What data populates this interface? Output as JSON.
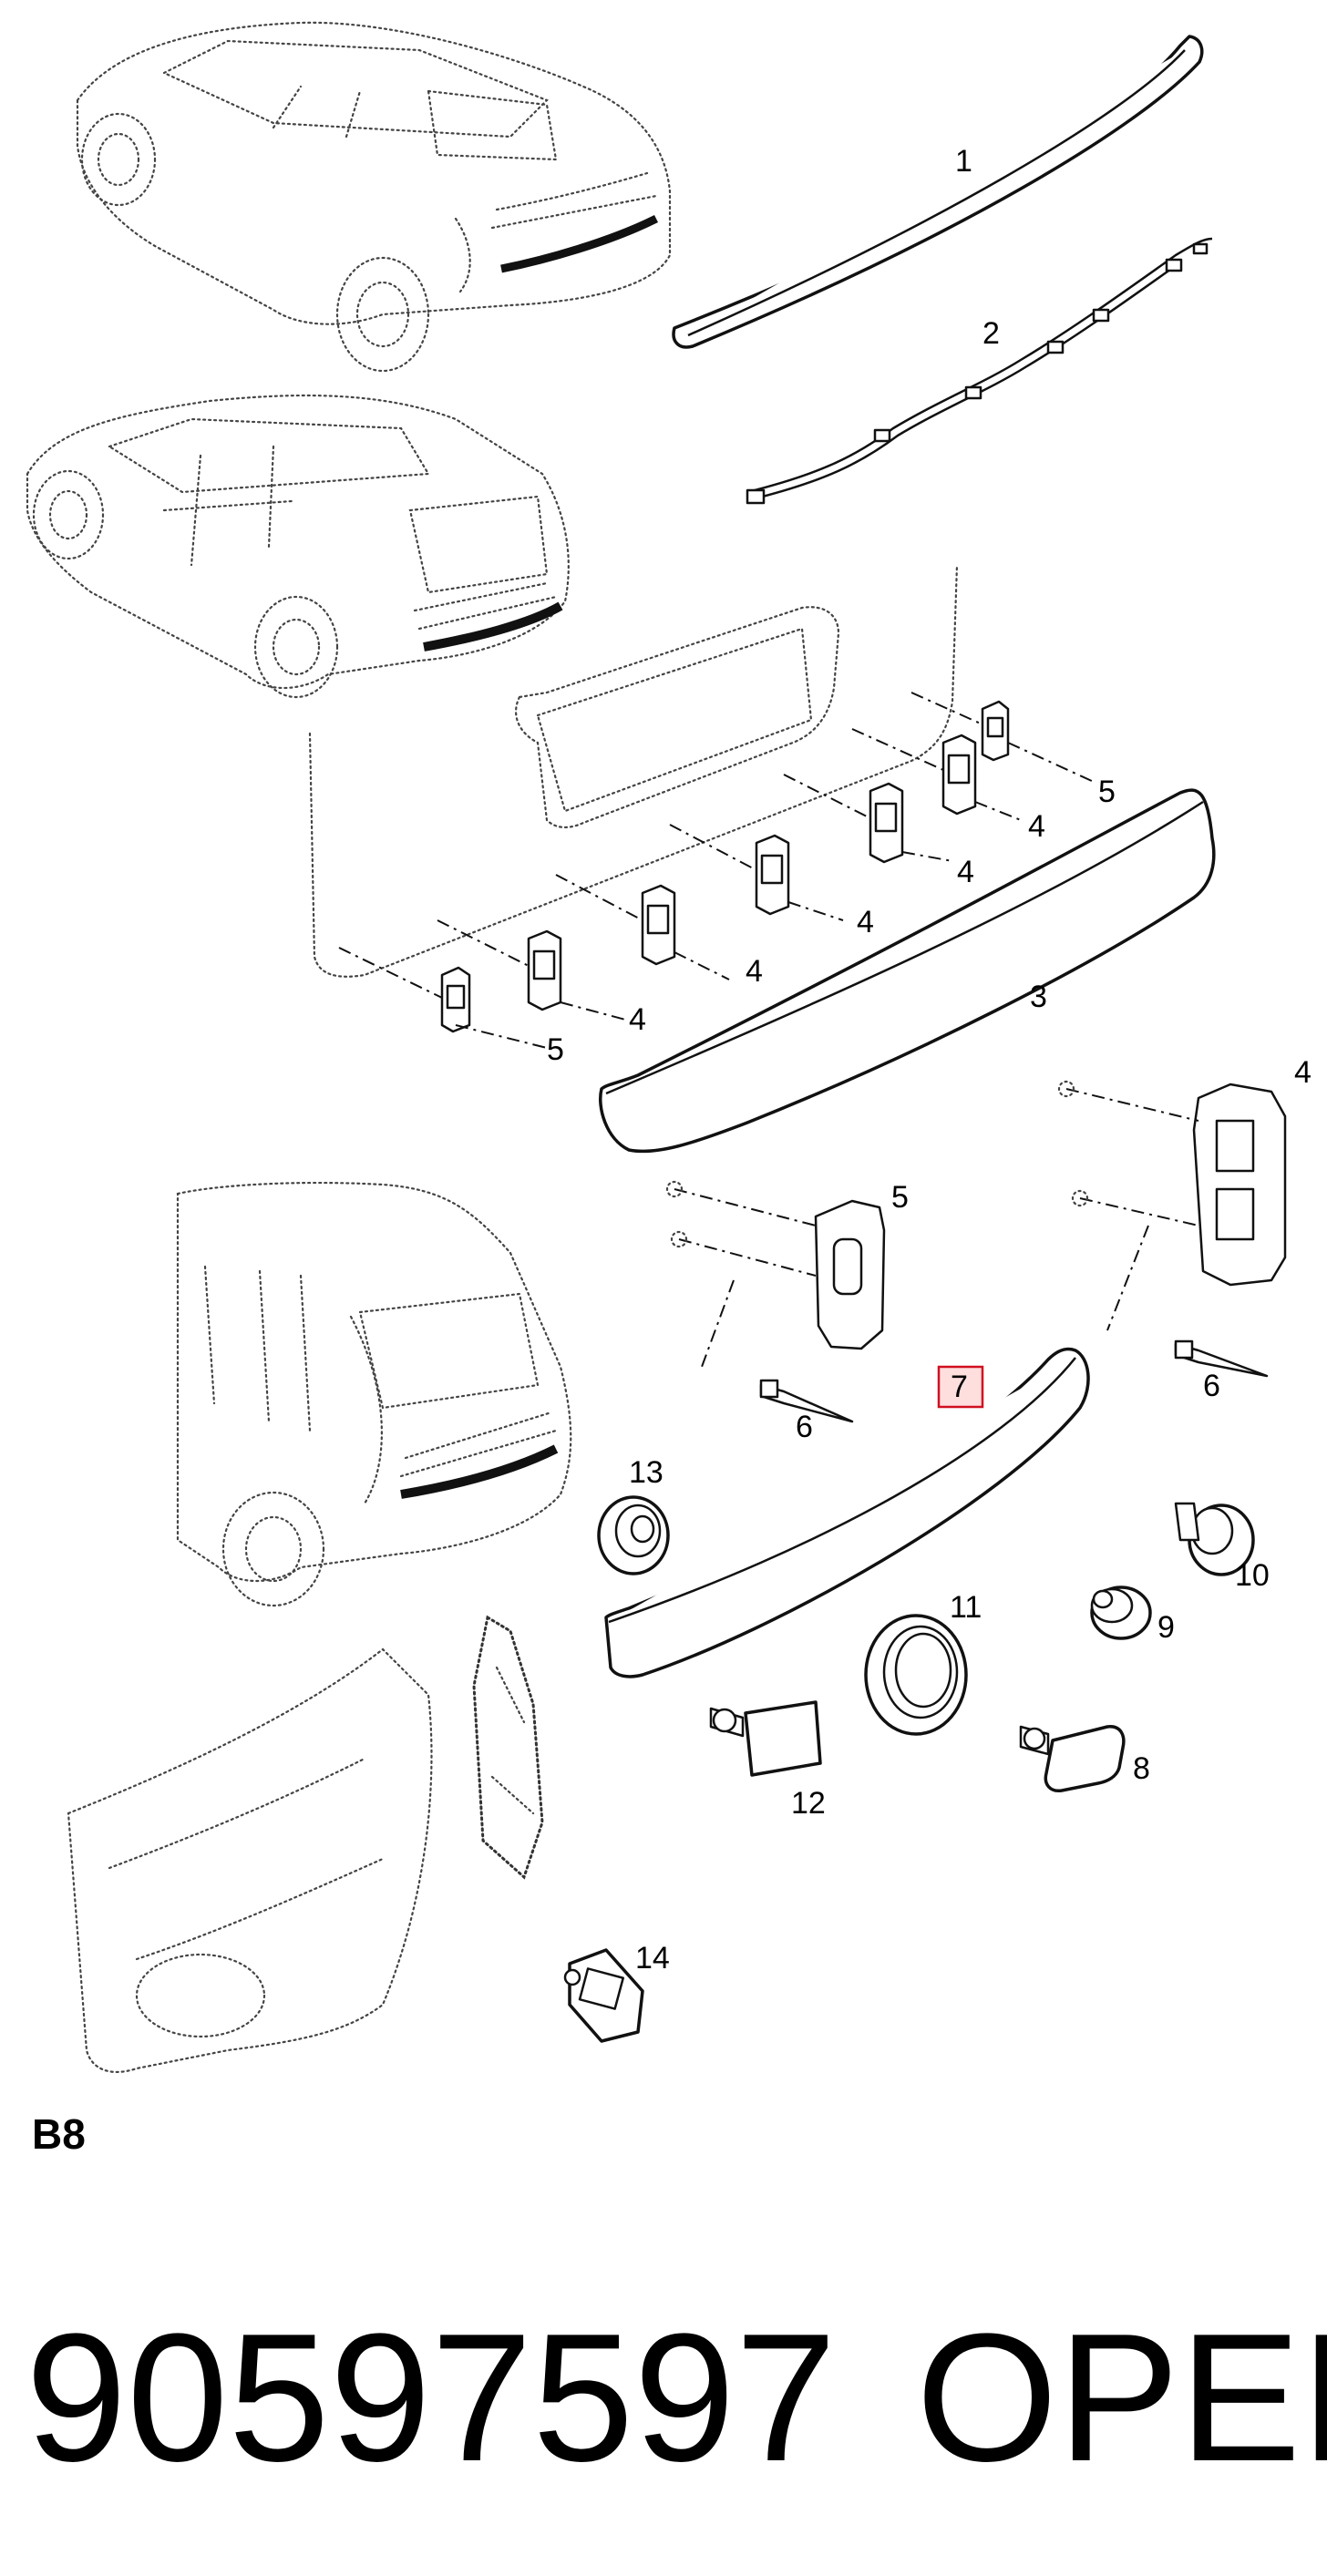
{
  "callouts": {
    "c1": "1",
    "c2": "2",
    "c3": "3",
    "c4a": "4",
    "c4b": "4",
    "c4c": "4",
    "c4d": "4",
    "c4e": "4",
    "c4f": "4",
    "c5a": "5",
    "c5b": "5",
    "c5c": "5",
    "c6a": "6",
    "c6b": "6",
    "c7": "7",
    "c8": "8",
    "c9": "9",
    "c10": "10",
    "c11": "11",
    "c12": "12",
    "c13": "13",
    "c14": "14"
  },
  "section_label": "B8",
  "part_number": "90597597",
  "brand": "OPEL",
  "highlight_color": "#d01020"
}
